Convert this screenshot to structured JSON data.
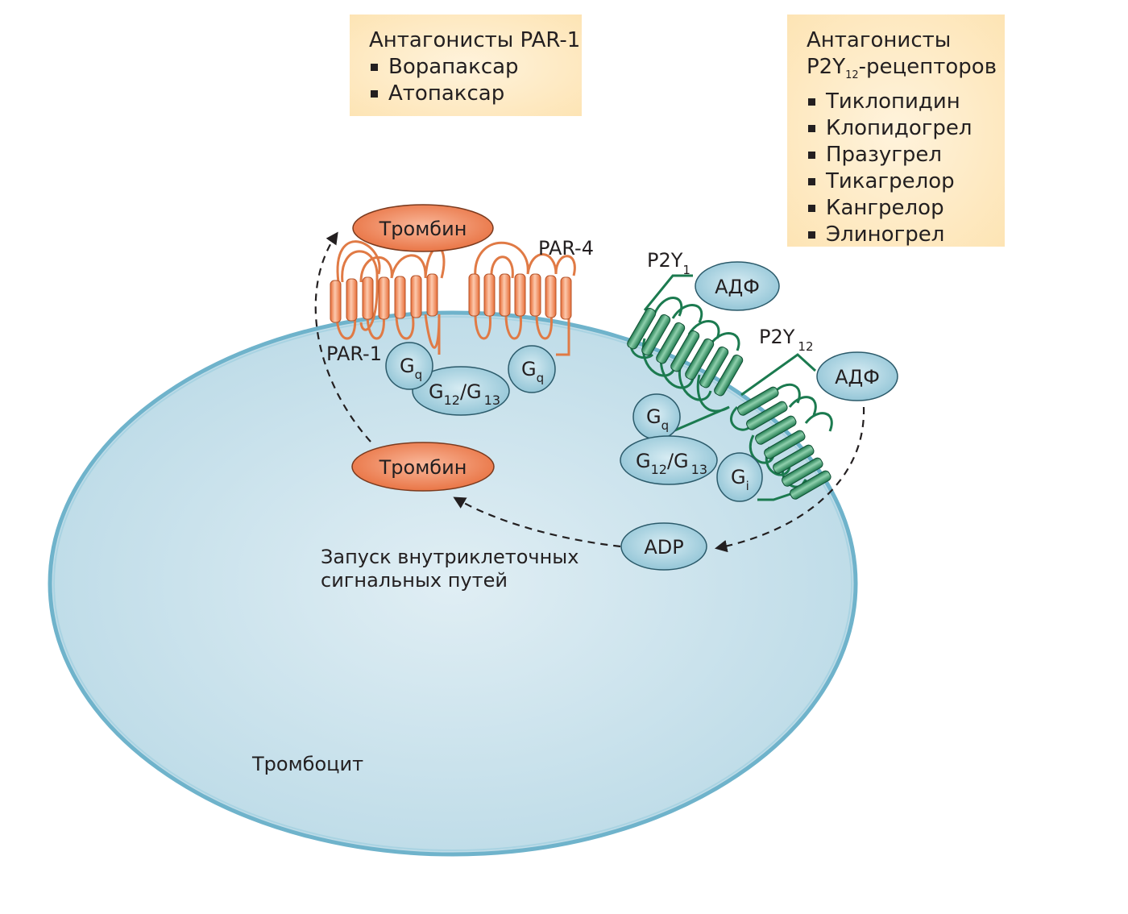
{
  "par1_antagonists": {
    "title": "Антагонисты PAR-1",
    "items": [
      "Ворапаксар",
      "Атопаксар"
    ]
  },
  "p2y12_antagonists": {
    "title_line1": "Антагонисты",
    "title_line2_main": "P2Y",
    "title_line2_sub": "12",
    "title_line2_rest": "-рецепторов",
    "items": [
      "Тиклопидин",
      "Клопидогрел",
      "Празугрел",
      "Тикагрелор",
      "Кангрелор",
      "Элиногрел"
    ]
  },
  "labels": {
    "thrombin": "Тромбин",
    "par1": "PAR-1",
    "par4": "PAR-4",
    "p2y1_main": "P2Y",
    "p2y1_sub": "1",
    "p2y12_main": "P2Y",
    "p2y12_sub": "12",
    "adf": "АДФ",
    "adp": "ADP",
    "gq_main": "G",
    "gq_sub": "q",
    "gi_main": "G",
    "gi_sub": "i",
    "g12_main": "G",
    "g12_sub": "12",
    "g13_main": "/G",
    "g13_sub": "13",
    "signaling_line1": "Запуск внутриклеточных",
    "signaling_line2": "сигнальных путей",
    "cell": "Тромбоцит"
  },
  "colors": {
    "thrombin_fill": "#ee845c",
    "par_receptor": "#e07a45",
    "p2y_receptor": "#1b7a4f",
    "protein_fill": "#a8d3e0",
    "cell_fill": "#c9e2ec",
    "membrane": "#6fb3cb",
    "box_fill": "#fde4b4"
  }
}
